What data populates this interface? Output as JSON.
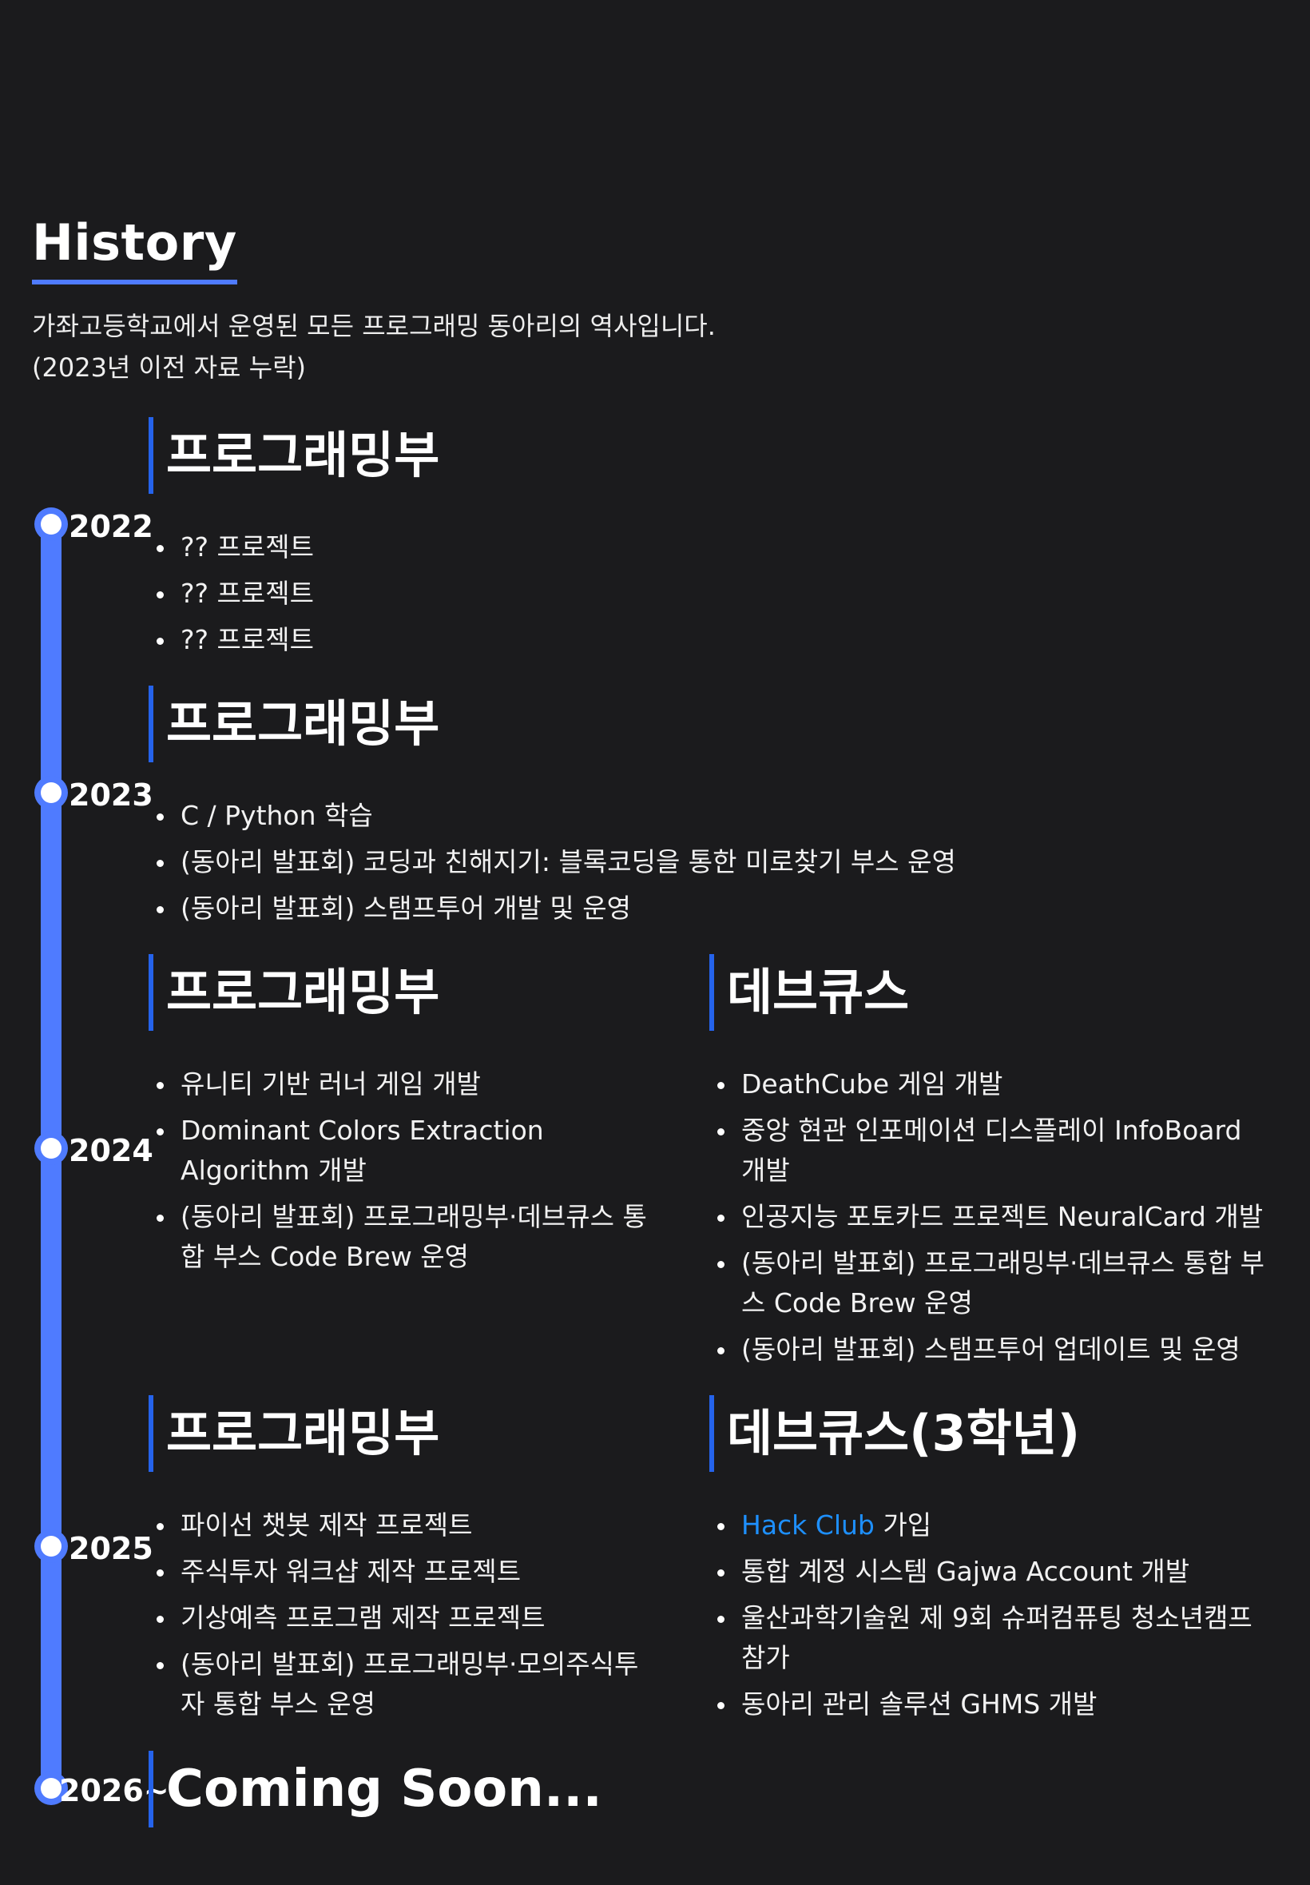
{
  "header": {
    "title": "History",
    "description_line1": "가좌고등학교에서 운영된 모든 프로그래밍 동아리의 역사입니다.",
    "description_line2": "(2023년 이전 자료 누락)"
  },
  "accent_color": "#4f7bff",
  "link_color": "#1e90ff",
  "timeline": [
    {
      "year": "2022",
      "clubs": [
        {
          "name": "프로그래밍부",
          "items": [
            "?? 프로젝트",
            "?? 프로젝트",
            "?? 프로젝트"
          ]
        }
      ]
    },
    {
      "year": "2023",
      "clubs": [
        {
          "name": "프로그래밍부",
          "items": [
            "C / Python 학습",
            "(동아리 발표회) 코딩과 친해지기: 블록코딩을 통한 미로찾기 부스 운영",
            "(동아리 발표회) 스탬프투어 개발 및 운영"
          ]
        }
      ]
    },
    {
      "year": "2024",
      "clubs": [
        {
          "name": "프로그래밍부",
          "items": [
            "유니티 기반 러너 게임 개발",
            "Dominant Colors Extraction Algorithm 개발",
            "(동아리 발표회) 프로그래밍부·데브큐스 통합 부스 Code Brew 운영"
          ]
        },
        {
          "name": "데브큐스",
          "items": [
            "DeathCube 게임 개발",
            "중앙 현관 인포메이션 디스플레이 InfoBoard 개발",
            "인공지능 포토카드 프로젝트 NeuralCard 개발",
            "(동아리 발표회) 프로그래밍부·데브큐스 통합 부스 Code Brew 운영",
            "(동아리 발표회) 스탬프투어 업데이트 및 운영"
          ]
        }
      ]
    },
    {
      "year": "2025",
      "clubs": [
        {
          "name": "프로그래밍부",
          "items": [
            "파이선 챗봇 제작 프로젝트",
            "주식투자 워크샵 제작 프로젝트",
            "기상예측 프로그램 제작 프로젝트",
            "(동아리 발표회) 프로그래밍부·모의주식투자 통합 부스 운영"
          ]
        },
        {
          "name": "데브큐스(3학년)",
          "first_item_link": "Hack Club",
          "first_item_rest": " 가입",
          "items": [
            "통합 계정 시스템 Gajwa Account 개발",
            "울산과학기술원 제 9회 슈퍼컴퓨팅 청소년캠프 참가",
            "동아리 관리 솔루션 GHMS 개발"
          ]
        }
      ]
    },
    {
      "year": "2026~",
      "coming_soon": "Coming Soon..."
    }
  ]
}
